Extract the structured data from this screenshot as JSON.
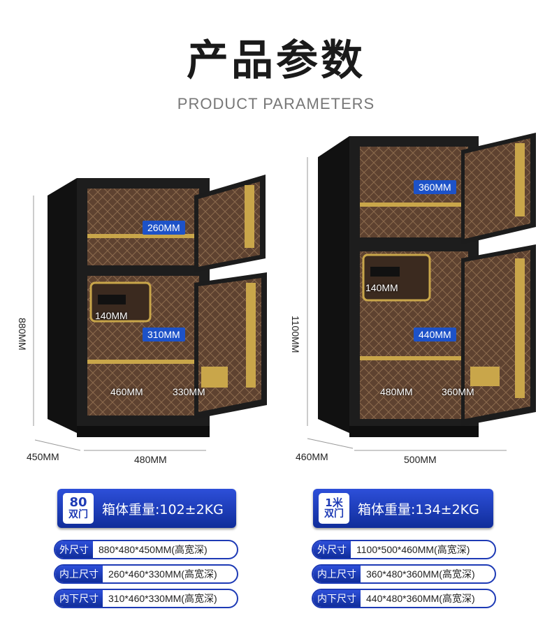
{
  "header": {
    "title": "产品参数",
    "subtitle": "PRODUCT PARAMETERS"
  },
  "left": {
    "height_label": "880MM",
    "depth_label": "450MM",
    "width_label": "480MM",
    "upper_height": "260MM",
    "mid_height": "310MM",
    "box_height": "140MM",
    "inner_width": "460MM",
    "inner_depth": "330MM",
    "model_top": "80",
    "model_bottom": "双门",
    "weight": "箱体重量:102±2KG",
    "specs": [
      {
        "key": "外尺寸",
        "value": "880*480*450MM(高宽深)"
      },
      {
        "key": "内上尺寸",
        "value": "260*460*330MM(高宽深)"
      },
      {
        "key": "内下尺寸",
        "value": "310*460*330MM(高宽深)"
      }
    ]
  },
  "right": {
    "height_label": "1100MM",
    "depth_label": "460MM",
    "width_label": "500MM",
    "upper_height": "360MM",
    "mid_height": "440MM",
    "box_height": "140MM",
    "inner_width": "480MM",
    "inner_depth": "360MM",
    "model_top": "1米",
    "model_bottom": "双门",
    "weight": "箱体重量:134±2KG",
    "specs": [
      {
        "key": "外尺寸",
        "value": "1100*500*460MM(高宽深)"
      },
      {
        "key": "内上尺寸",
        "value": "360*480*360MM(高宽深)"
      },
      {
        "key": "内下尺寸",
        "value": "440*480*360MM(高宽深)"
      }
    ]
  },
  "colors": {
    "accent": "#1d52c8",
    "badge_dark": "#102d9a",
    "safe_body": "#1b1b1b",
    "interior": "#6b4a33",
    "gold": "#c9a64a"
  }
}
